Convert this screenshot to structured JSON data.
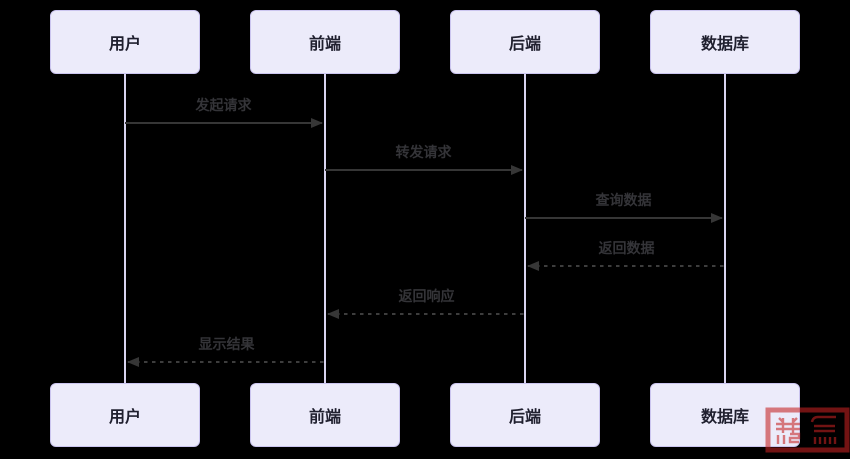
{
  "diagram": {
    "type": "sequence",
    "actors": [
      {
        "id": "user",
        "label": "用户"
      },
      {
        "id": "frontend",
        "label": "前端"
      },
      {
        "id": "backend",
        "label": "后端"
      },
      {
        "id": "database",
        "label": "数据库"
      }
    ],
    "messages": [
      {
        "from": "用户",
        "to": "前端",
        "label": "发起请求",
        "line": "solid",
        "direction": "right"
      },
      {
        "from": "前端",
        "to": "后端",
        "label": "转发请求",
        "line": "solid",
        "direction": "right"
      },
      {
        "from": "后端",
        "to": "数据库",
        "label": "查询数据",
        "line": "solid",
        "direction": "right"
      },
      {
        "from": "数据库",
        "to": "后端",
        "label": "返回数据",
        "line": "dashed",
        "direction": "left"
      },
      {
        "from": "后端",
        "to": "前端",
        "label": "返回响应",
        "line": "dashed",
        "direction": "left"
      },
      {
        "from": "前端",
        "to": "用户",
        "label": "显示结果",
        "line": "dashed",
        "direction": "left"
      }
    ],
    "colors": {
      "background": "#000000",
      "actor_fill": "#ECEBFA",
      "actor_border": "#CBC5EF",
      "actor_text": "#1F1F2E",
      "lifeline": "#D8D4F0",
      "message": "#363636",
      "watermark_seal": "#C52222"
    }
  }
}
